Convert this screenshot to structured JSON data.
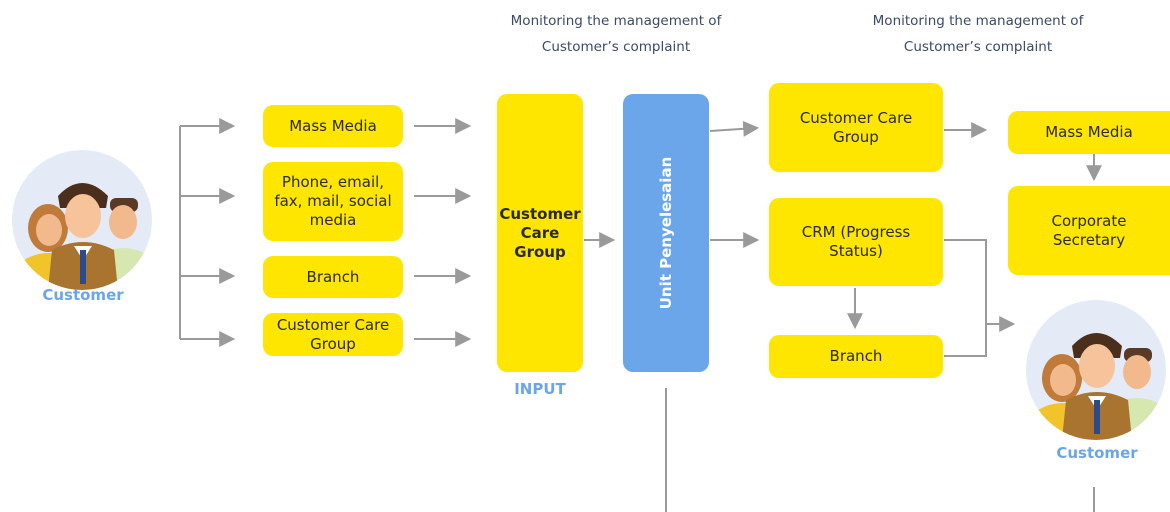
{
  "notes": {
    "left": [
      "Monitoring the management of",
      "Customer’s complaint"
    ],
    "right": [
      "Monitoring the management of",
      "Customer’s complaint"
    ]
  },
  "customer_left": {
    "label": "Customer"
  },
  "customer_right": {
    "label": "Customer"
  },
  "channels": [
    {
      "label": "Mass Media"
    },
    {
      "label": "Phone, email, fax, mail, social media"
    },
    {
      "label": "Branch"
    },
    {
      "label": "Customer Care Group"
    }
  ],
  "input_group": {
    "label": "Customer Care Group",
    "caption": "INPUT"
  },
  "unit": {
    "label": "Unit Penyelesaian"
  },
  "outputs": {
    "customer_care_group": "Customer Care Group",
    "crm": "CRM (Progress Status)",
    "branch": "Branch",
    "mass_media": "Mass Media",
    "corporate_secretary": "Corporate Secretary"
  },
  "colors": {
    "yellow": "#ffe600",
    "blue": "#6ba5ea",
    "arrow": "#9a9a9a",
    "avatar_bg": "#e4ebf7"
  }
}
